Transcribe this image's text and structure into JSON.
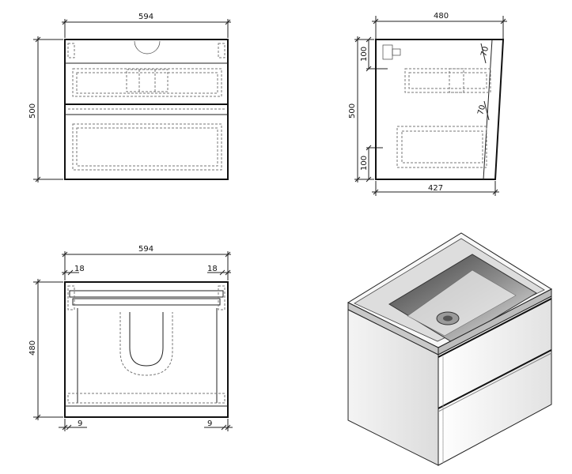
{
  "front_view": {
    "width_label": "594",
    "height_label": "500"
  },
  "side_view": {
    "depth_label": "480",
    "height_label": "500",
    "top_offset_label": "100",
    "bottom_offset_label": "100",
    "upper_angle_label": "70",
    "lower_angle_label": "70",
    "base_depth_label": "427"
  },
  "top_view": {
    "width_label": "594",
    "depth_label": "480",
    "left_top_label": "18",
    "right_top_label": "18",
    "left_bottom_label": "9",
    "right_bottom_label": "9"
  },
  "iso_view": {
    "caption": ""
  }
}
